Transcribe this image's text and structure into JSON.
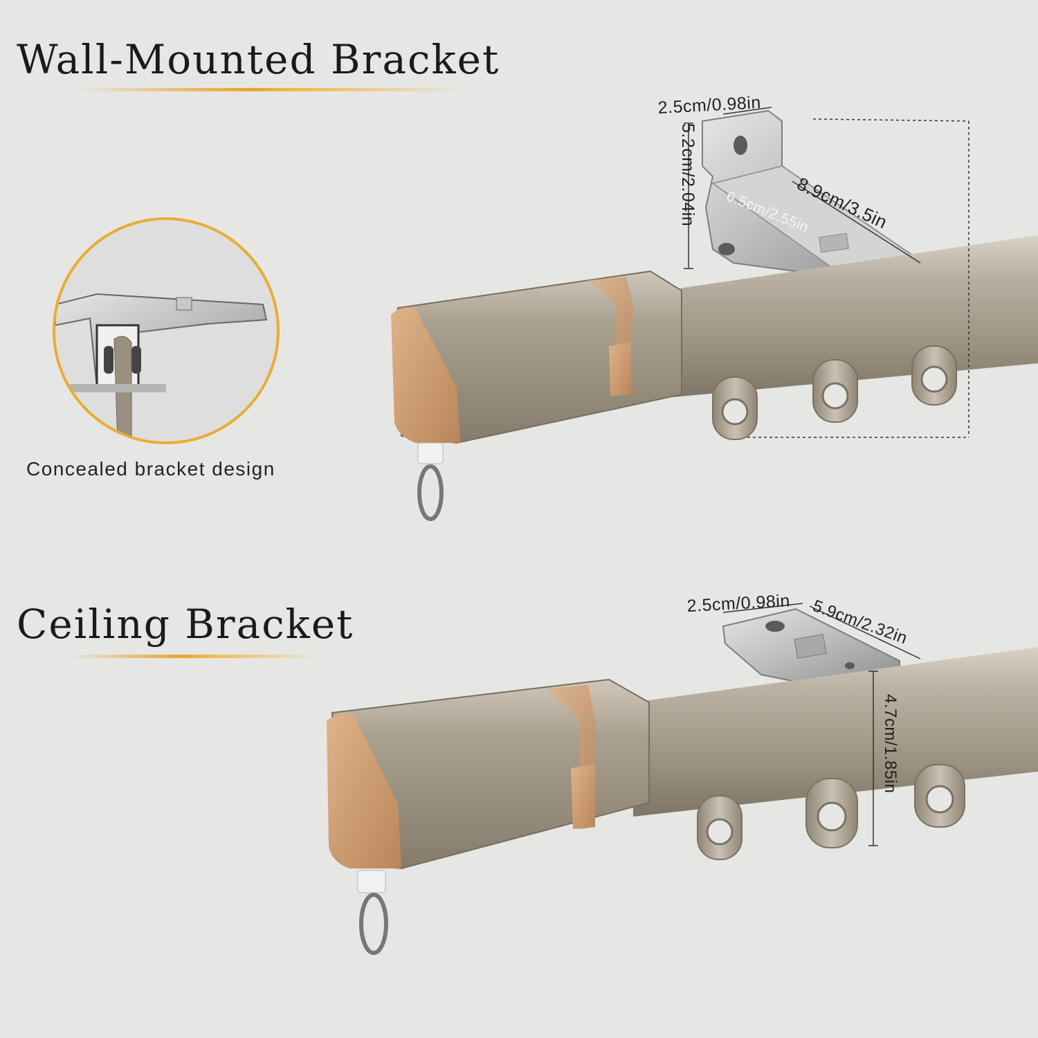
{
  "wall_section": {
    "title": "Wall-Mounted Bracket",
    "caption": "Concealed bracket design",
    "dimensions": {
      "width": "2.5cm/0.98in",
      "height": "5.2cm/2.04in",
      "depth": "8.9cm/3.5in",
      "inner_depth": "6.5cm/2.55in"
    }
  },
  "ceiling_section": {
    "title": "Ceiling Bracket",
    "dimensions": {
      "width": "2.5cm/0.98in",
      "depth": "5.9cm/2.32in",
      "height": "4.7cm/1.85in"
    }
  },
  "colors": {
    "background": "#e6e6e4",
    "rod": "#a89f8f",
    "end_cap": "#9c9281",
    "copper_accent": "#c89a6c",
    "gold_line": "#e8a52e",
    "bracket_steel": "#c9c9c9"
  }
}
